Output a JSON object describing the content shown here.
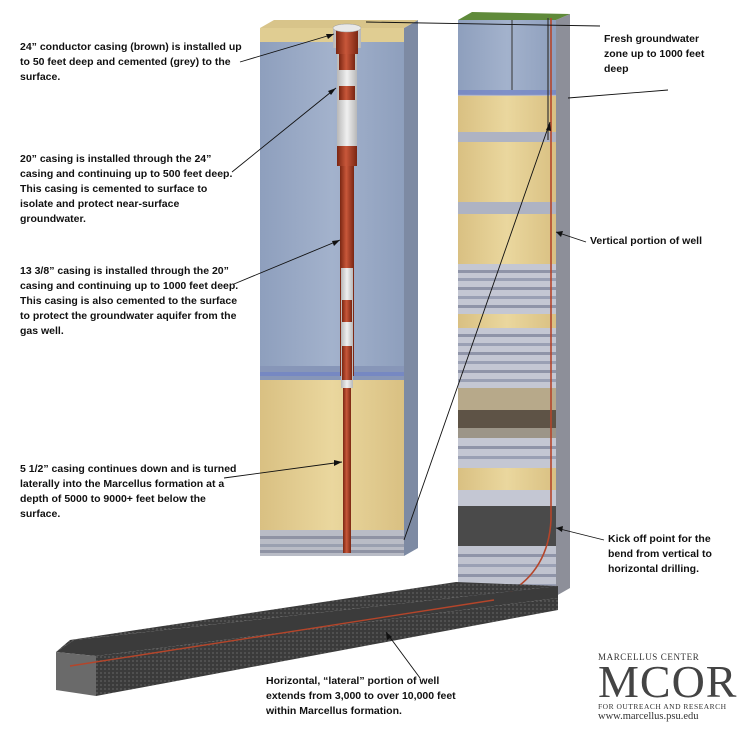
{
  "labels": {
    "conductor": "24” conductor casing (brown) is installed up to 50 feet deep and cemented (grey) to the surface.",
    "casing20": "20” casing is installed through the 24” casing and continuing up to 500 feet deep. This casing is cemented to surface to isolate and protect near-surface groundwater.",
    "casing13": "13 3/8” casing is installed through the 20” casing and continuing up to 1000 feet deep. This casing is also cemented to the surface to protect the groundwater aquifer from the gas well.",
    "casing5": "5 1/2” casing continues down and is turned laterally into the Marcellus formation at a depth of 5000 to 9000+ feet below the surface.",
    "groundwater": "Fresh groundwater zone up to 1000 feet deep",
    "vertical": "Vertical portion of well",
    "kickoff": "Kick off point for the bend from vertical to horizontal drilling.",
    "lateral": "Horizontal, “lateral” portion of well extends from 3,000 to over 10,000 feet within Marcellus formation."
  },
  "logo": {
    "top_line": "MARCELLUS CENTER",
    "acronym": "MCOR",
    "bottom_line": "FOR OUTREACH AND RESEARCH",
    "url": "www.marcellus.psu.edu"
  },
  "colors": {
    "casing_brown": "#b5452a",
    "cement_grey": "#d6d6d6",
    "groundwater_blue": "#9aaac4",
    "sandstone_tan": "#e4cf8f",
    "marcellus_dark": "#4a4a4a",
    "surface_green": "#5f8a3a"
  }
}
